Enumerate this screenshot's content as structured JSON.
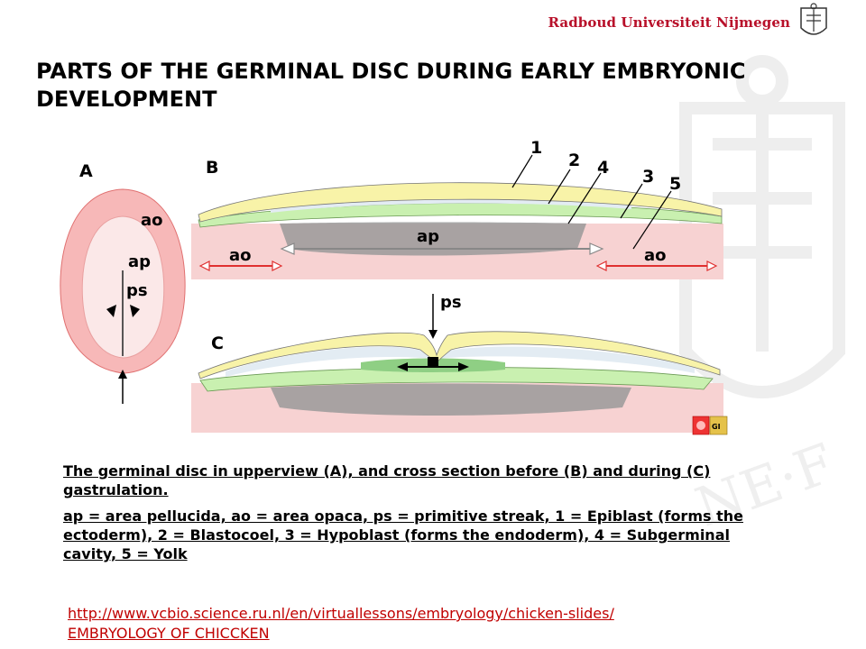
{
  "brand": {
    "name": "Radboud Universiteit Nijmegen"
  },
  "slide_title": "PARTS OF THE GERMINAL DISC DURING EARLY EMBRYONIC DEVELOPMENT",
  "figure": {
    "panels": {
      "a": "A",
      "b": "B",
      "c": "C"
    },
    "labels": {
      "ao": "ao",
      "ap": "ap",
      "ps": "ps",
      "n1": "1",
      "n2": "2",
      "n3": "3",
      "n4": "4",
      "n5": "5"
    },
    "colors": {
      "area_opaca": "#f7b8b8",
      "area_pellucida": "#fbe8e8",
      "epiblast": "#f8f3a8",
      "hypoblast": "#c9f0b0",
      "blastocoel": "#e3ecf3",
      "yolk": "#9a9a9a",
      "arrow_red": "#e03030"
    }
  },
  "caption": {
    "line1": "The germinal disc in upperview (A), and cross section before (B) and during (C) gastrulation.",
    "line2": "ap = area pellucida, ao = area opaca, ps = primitive streak, 1 = Epiblast (forms the ectoderm), 2 = Blastocoel, 3 = Hypoblast (forms the endoderm), 4 = Subgerminal cavity, 5 = Yolk"
  },
  "links": {
    "url": "http://www.vcbio.science.ru.nl/en/virtuallessons/embryology/chicken-slides/",
    "label": "EMBRYOLOGY OF CHICCKEN"
  }
}
